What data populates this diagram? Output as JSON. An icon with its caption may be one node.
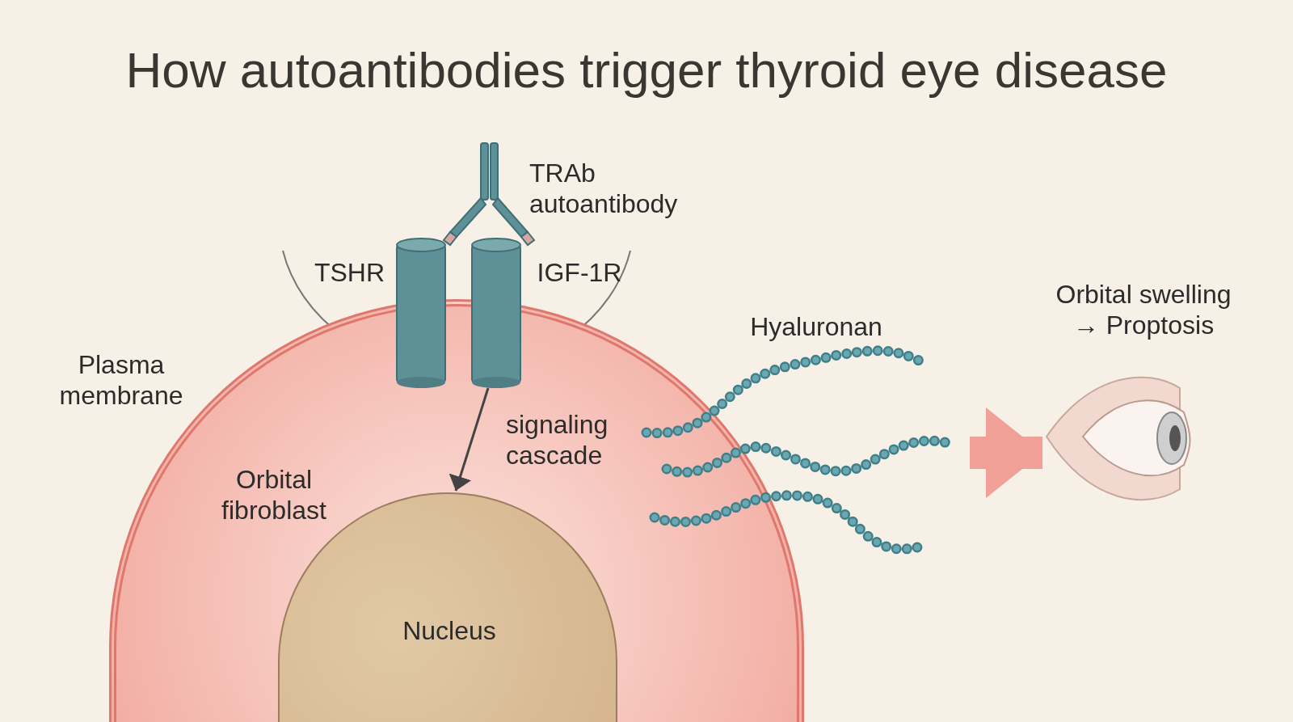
{
  "diagram": {
    "title": "How autoantibodies trigger thyroid eye disease",
    "nodes": [
      {
        "text": [
          "Orbital fibroblast"
        ]
      },
      {
        "text": [
          "Nucleus"
        ],
        "in": 0
      },
      {
        "text": [
          "TSHR"
        ]
      },
      {
        "text": [
          "IGF-1R"
        ]
      },
      {
        "text": [
          "TRAb autoantibody"
        ]
      },
      {
        "text": [
          "Hyaluronan"
        ]
      },
      {
        "text": [
          "Orbital swelling → Proptosis"
        ]
      }
    ],
    "edges": [
      {
        "from": 3,
        "to": 1,
        "arrow": "to",
        "label": "signaling cascade"
      },
      {
        "from": 5,
        "to": 6,
        "arrow": "to",
        "style": "thick",
        "color": "#f0a096"
      }
    ],
    "labels": [
      "Plasma membrane"
    ]
  }
}
